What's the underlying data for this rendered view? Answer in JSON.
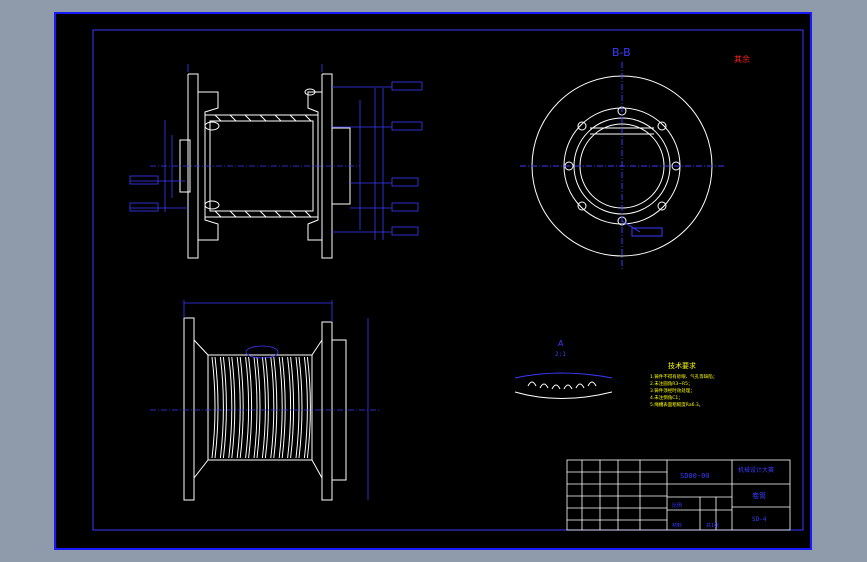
{
  "drawing": {
    "section_title": "B-B",
    "detail_label": "A",
    "detail_scale": "2:1",
    "corner_note": "其余",
    "tech_req_title": "技术要求",
    "tech_req_lines": [
      "1.铸件不得有砂眼、气孔等缺陷；",
      "2.未注圆角R3~R5；",
      "3.铸件须经时效处理；",
      "4.未注倒角C1；",
      "5.绳槽表面粗糙度Ra6.3。"
    ]
  },
  "title_block": {
    "drawing_no": "SD00-00",
    "company": "机械设计大赛",
    "part_name": "卷筒",
    "part_code": "SD-4",
    "scale_label": "比例",
    "material_label": "材料",
    "sheet_label": "共1张"
  },
  "colors": {
    "frame_bg": "#000000",
    "outer_bg": "#8f9aab",
    "border": "#1a1aff",
    "line": "#ffffff",
    "dim": "#3a3aff",
    "note": "#ffff00",
    "accent": "#ff2020"
  }
}
